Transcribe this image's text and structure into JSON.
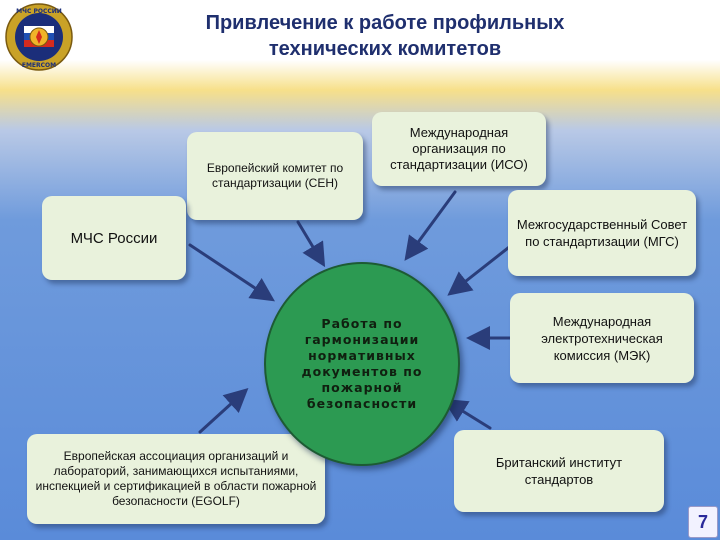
{
  "header": {
    "title_line1": "Привлечение к работе профильных",
    "title_line2": "технических комитетов",
    "emblem": {
      "ring_text": "МЧС РОССИИ",
      "bottom_text": "EMERCOM",
      "flag_colors": [
        "#ffffff",
        "#1f4fb4",
        "#d52b1e"
      ],
      "gold": "#c9a227"
    }
  },
  "nodes": {
    "cen": "Европейский комитет по стандартизации (СЕН)",
    "iso": "Международная организация по стандартизации (ИСО)",
    "mchs": "МЧС России",
    "mgs": "Межгосударственный Совет по стандартизации (МГС)",
    "iec": "Международная электротехническая комиссия (МЭК)",
    "egolf": "Европейская ассоциация организаций и лабораторий, занимающихся испытаниями, инспекцией и сертификацией в области пожарной безопасности (EGOLF)",
    "bsi": "Британский институт стандартов"
  },
  "center": {
    "text": "Работа по гармонизации нормативных документов по пожарной безопасности",
    "color": "#2c9a52"
  },
  "footer": {
    "page_number": "7"
  }
}
